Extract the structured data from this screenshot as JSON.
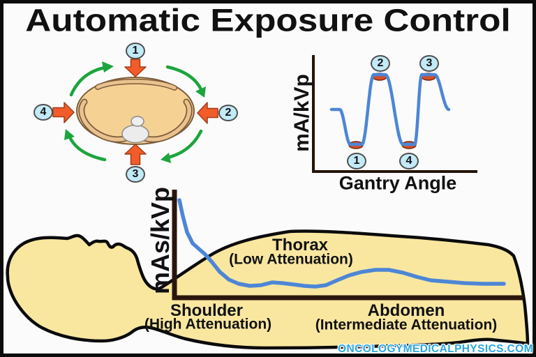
{
  "title": "Automatic Exposure Control",
  "watermark": "ONCOLOGYMEDICALPHYSICS.COM",
  "colors": {
    "background": "#fbfbfb",
    "frame_border": "#0b0b0b",
    "body_fill": "#f9e7a0",
    "body_outline": "#0b0b0b",
    "ct_slice_fill": "#f5d194",
    "ct_slice_inner": "#e9c28f",
    "ct_slice_stroke": "#7d5c39",
    "beam_arrow_orange": "#f25c2a",
    "beam_arrow_stroke": "#a03c17",
    "rotation_arrow_green": "#1ca53d",
    "curve_blue": "#4d86d6",
    "extremum_marker_red": "#d34f28",
    "axis_dark": "#2a160c",
    "number_circle_fill": "#c2eaf7",
    "watermark_blue": "#2aa8dd"
  },
  "ct_slice_diagram": {
    "description": "Axial CT slice with x-ray beam positions during gantry rotation",
    "rotation_direction": "clockwise",
    "beam_positions": [
      {
        "label": "1",
        "side": "top"
      },
      {
        "label": "2",
        "side": "right"
      },
      {
        "label": "3",
        "side": "bottom"
      },
      {
        "label": "4",
        "side": "left"
      }
    ]
  },
  "chart_data": [
    {
      "id": "angular-modulation",
      "type": "line",
      "xlabel": "Gantry Angle",
      "ylabel": "mA/kVp",
      "grid": false,
      "axis_ticks": "none",
      "points_norm": [
        [
          0,
          50
        ],
        [
          7,
          50
        ],
        [
          16,
          0
        ],
        [
          26,
          0
        ],
        [
          36,
          100
        ],
        [
          46,
          100
        ],
        [
          61,
          0
        ],
        [
          71,
          0
        ],
        [
          77,
          100
        ],
        [
          88,
          100
        ],
        [
          100,
          50
        ]
      ],
      "extrema_labels": [
        {
          "label": "1",
          "extremum": "minimum"
        },
        {
          "label": "2",
          "extremum": "maximum"
        },
        {
          "label": "4",
          "extremum": "minimum"
        },
        {
          "label": "3",
          "extremum": "maximum"
        }
      ]
    },
    {
      "id": "longitudinal-modulation",
      "type": "line",
      "xlabel": "",
      "ylabel": "mAs/kVp",
      "grid": false,
      "axis_ticks": "none",
      "regions": [
        {
          "name": "Shoulder",
          "qualifier": "(High Attenuation)"
        },
        {
          "name": "Thorax",
          "qualifier": "(Low Attenuation)"
        },
        {
          "name": "Abdomen",
          "qualifier": "(Intermediate Attenuation)"
        }
      ],
      "points_norm": [
        [
          1.4,
          89.4
        ],
        [
          2.4,
          75.0
        ],
        [
          3.6,
          60.6
        ],
        [
          5.2,
          50.6
        ],
        [
          7.0,
          45.6
        ],
        [
          8.6,
          41.3
        ],
        [
          10.6,
          34.4
        ],
        [
          13.0,
          25.0
        ],
        [
          15.6,
          18.1
        ],
        [
          18.4,
          14.4
        ],
        [
          21.6,
          12.5
        ],
        [
          24.8,
          13.1
        ],
        [
          28.0,
          15.6
        ],
        [
          30.8,
          15.0
        ],
        [
          34.0,
          13.8
        ],
        [
          37.2,
          12.5
        ],
        [
          40.4,
          11.9
        ],
        [
          43.4,
          13.1
        ],
        [
          46.6,
          17.5
        ],
        [
          50.0,
          21.9
        ],
        [
          53.6,
          25.0
        ],
        [
          57.6,
          26.9
        ],
        [
          61.4,
          26.9
        ],
        [
          65.4,
          24.4
        ],
        [
          69.4,
          20.6
        ],
        [
          73.4,
          17.5
        ],
        [
          78.0,
          16.3
        ],
        [
          83.0,
          15.0
        ],
        [
          88.4,
          14.4
        ],
        [
          94.4,
          14.4
        ]
      ]
    }
  ]
}
